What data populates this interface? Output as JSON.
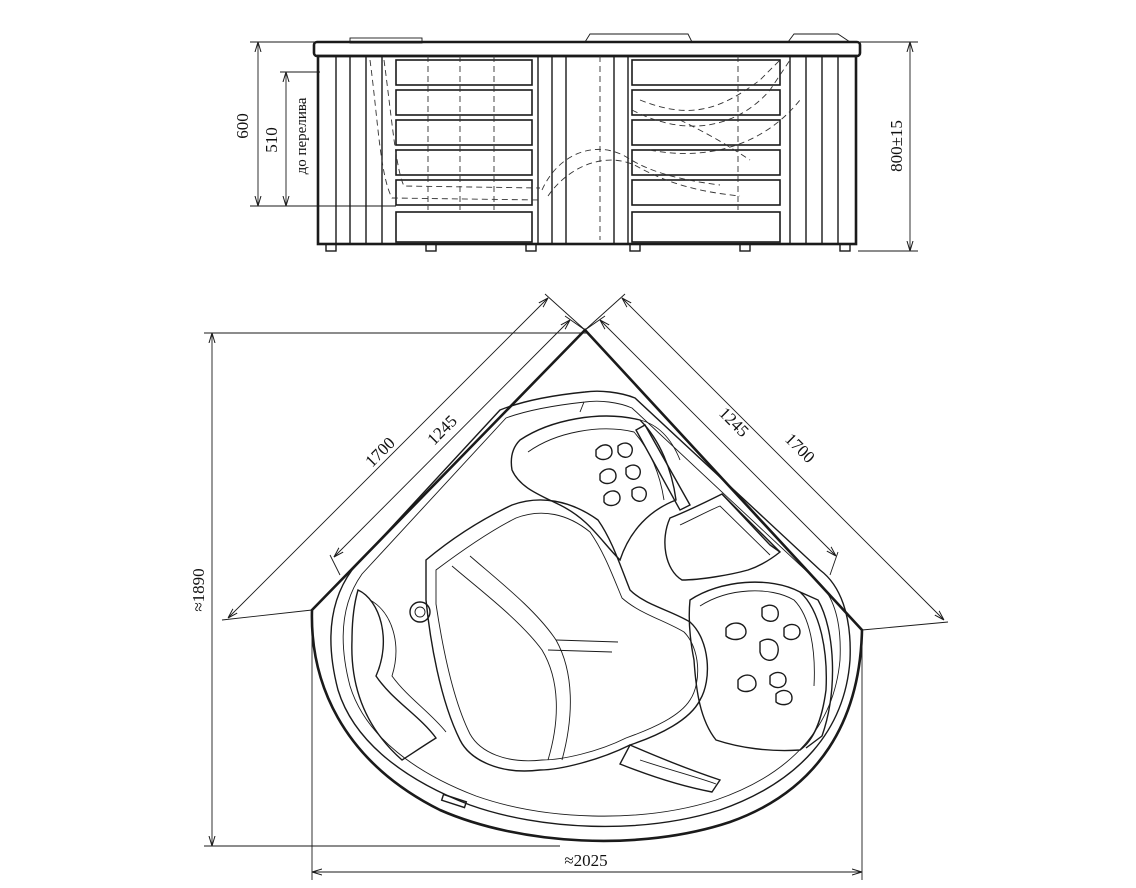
{
  "dimensions": {
    "height_total": "600",
    "height_overflow": "510",
    "overflow_label": "до перелива",
    "height_with_legs": "800±15",
    "side_left_outer": "1700",
    "side_left_inner": "1245",
    "side_right_inner": "1245",
    "side_right_outer": "1700",
    "overall_height": "≈1890",
    "overall_width": "≈2025"
  },
  "colors": {
    "line": "#1a1a1a",
    "background": "#ffffff"
  }
}
